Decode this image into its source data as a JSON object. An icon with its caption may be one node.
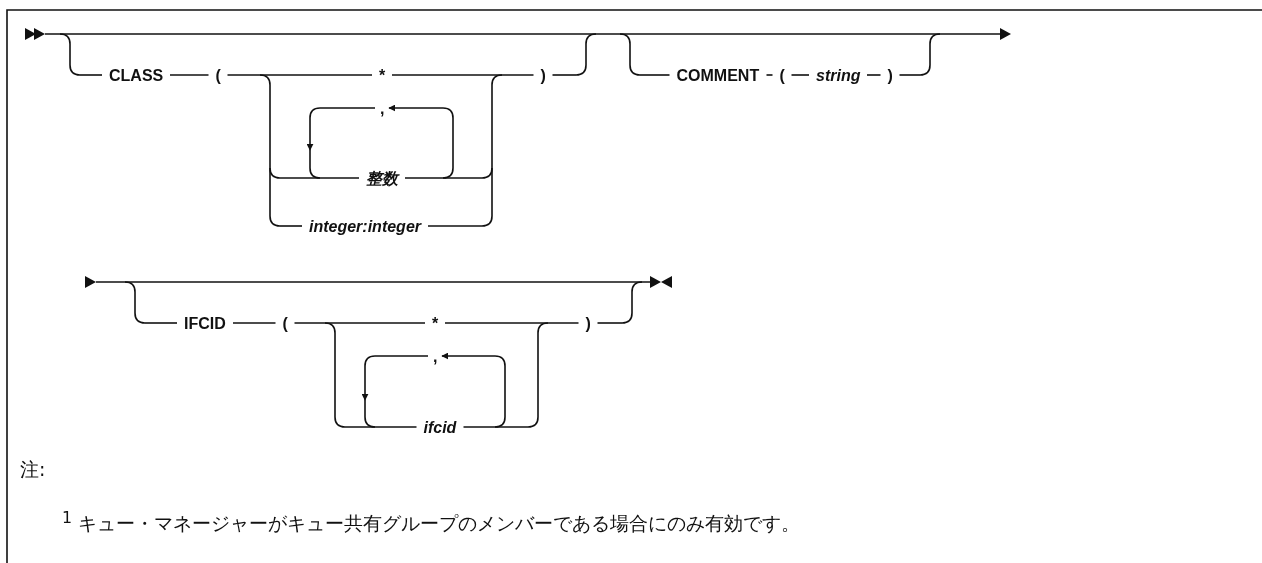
{
  "diagram": {
    "labels": [
      "CLASS",
      "(",
      "*",
      ",",
      "整数",
      "integer:integer",
      ")",
      "COMMENT",
      "(",
      "string",
      ")",
      "IFCID",
      "(",
      "*",
      ",",
      "ifcid",
      ")",
      "注:",
      "$^{1}$ キュー・マネージャーがキュー共有グループのメンバーである場合にのみ有効です。"
    ]
  }
}
